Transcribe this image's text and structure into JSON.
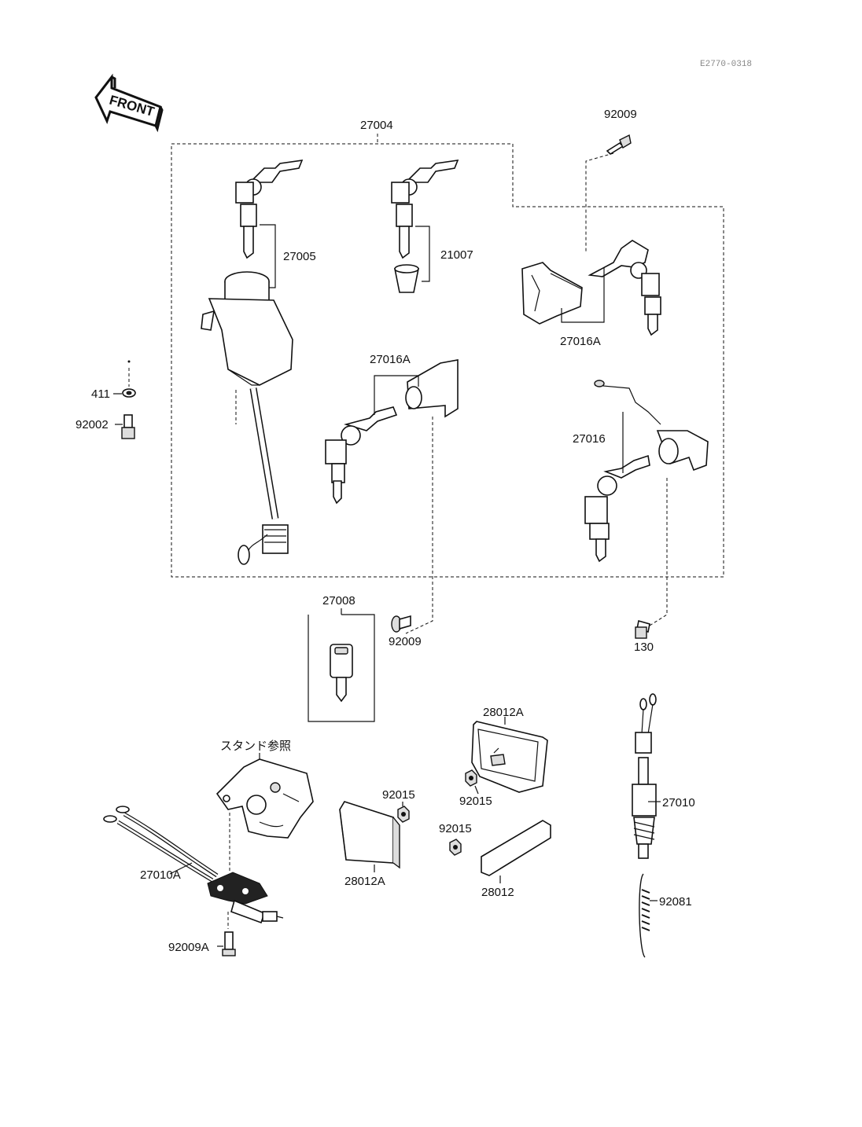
{
  "ref_code": "E2770-0318",
  "front_label": "FRONT",
  "stand_note": "スタンド参照",
  "labels": {
    "p27004": "27004",
    "p92009_top": "92009",
    "p27005": "27005",
    "p21007": "21007",
    "p27016A_right": "27016A",
    "p27016A_mid": "27016A",
    "p27016": "27016",
    "p411": "411",
    "p92002": "92002",
    "p27008": "27008",
    "p92009_mid": "92009",
    "p130": "130",
    "p28012A_top": "28012A",
    "p92015_a": "92015",
    "p92015_b": "92015",
    "p92015_c": "92015",
    "p28012A_bottom": "28012A",
    "p28012": "28012",
    "p27010": "27010",
    "p27010A": "27010A",
    "p92009A": "92009A",
    "p92081": "92081"
  }
}
